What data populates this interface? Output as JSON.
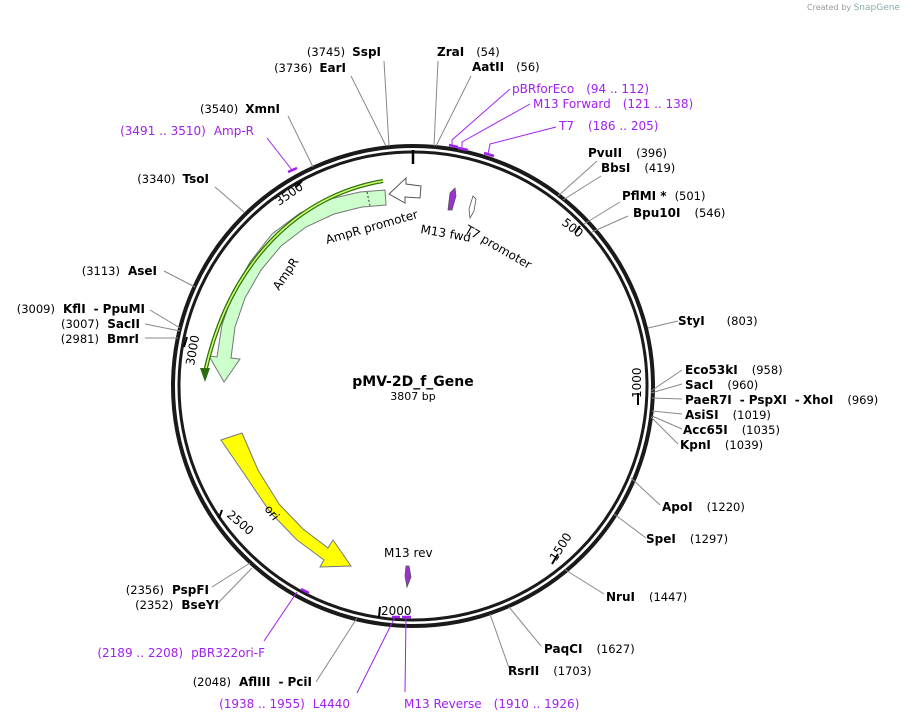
{
  "credit": {
    "prefix": "Created by",
    "brand": "SnapGene"
  },
  "plasmid": {
    "name": "pMV-2D_f_Gene",
    "size_label": "3807 bp",
    "length": 3807
  },
  "colors": {
    "primer": "#a020f0",
    "ampr": "#ccffcc",
    "ori": "#ffff00",
    "m13": "#9933cc",
    "backbone": "#000000"
  },
  "ticks": [
    {
      "pos": 500,
      "label": "500"
    },
    {
      "pos": 1000,
      "label": "1000"
    },
    {
      "pos": 1500,
      "label": "1500"
    },
    {
      "pos": 2000,
      "label": "2000"
    },
    {
      "pos": 2500,
      "label": "2500"
    },
    {
      "pos": 3000,
      "label": "3000"
    },
    {
      "pos": 3500,
      "label": "3500"
    }
  ],
  "sites": [
    {
      "pos": "(3745)",
      "name": "SspI"
    },
    {
      "pos": "(3736)",
      "name": "EarI"
    },
    {
      "name": "ZraI",
      "pos": "(54)"
    },
    {
      "name": "AatII",
      "pos": "(56)"
    },
    {
      "pos": "(3540)",
      "name": "XmnI"
    },
    {
      "name": "PvuII",
      "pos": "(396)"
    },
    {
      "name": "BbsI",
      "pos": "(419)"
    },
    {
      "pos": "(3340)",
      "name": "TsoI"
    },
    {
      "name": "PflMI *",
      "pos": "(501)"
    },
    {
      "name": "Bpu10I",
      "pos": "(546)"
    },
    {
      "pos": "(3113)",
      "name": "AseI"
    },
    {
      "name": "StyI",
      "pos": "(803)"
    },
    {
      "pos": "(3009)",
      "name": "KflI",
      "sep": "-",
      "name2": "PpuMI"
    },
    {
      "pos": "(3007)",
      "name": "SacII"
    },
    {
      "pos": "(2981)",
      "name": "BmrI"
    },
    {
      "name": "Eco53kI",
      "pos": "(958)"
    },
    {
      "name": "SacI",
      "pos": "(960)"
    },
    {
      "name": "PaeR7I",
      "sep": "-",
      "name2": "PspXI",
      "sep2": "-",
      "name3": "XhoI",
      "pos": "(969)"
    },
    {
      "name": "AsiSI",
      "pos": "(1019)"
    },
    {
      "name": "Acc65I",
      "pos": "(1035)"
    },
    {
      "name": "KpnI",
      "pos": "(1039)"
    },
    {
      "name": "ApoI",
      "pos": "(1220)"
    },
    {
      "name": "SpeI",
      "pos": "(1297)"
    },
    {
      "pos": "(2356)",
      "name": "PspFI"
    },
    {
      "pos": "(2352)",
      "name": "BseYI"
    },
    {
      "name": "NruI",
      "pos": "(1447)"
    },
    {
      "name": "PaqCI",
      "pos": "(1627)"
    },
    {
      "name": "RsrII",
      "pos": "(1703)"
    },
    {
      "pos": "(2048)",
      "name": "AflIII",
      "sep": "-",
      "name2": "PciI"
    }
  ],
  "primers": [
    {
      "name": "pBRforEco",
      "range": "(94 .. 112)"
    },
    {
      "name": "M13 Forward",
      "range": "(121 .. 138)"
    },
    {
      "name": "T7",
      "range": "(186 .. 205)"
    },
    {
      "range": "(3491 .. 3510)",
      "name": "Amp-R"
    },
    {
      "range": "(2189 .. 2208)",
      "name": "pBR322ori-F"
    },
    {
      "range": "(1938 .. 1955)",
      "name": "L4440"
    },
    {
      "name": "M13 Reverse",
      "range": "(1910 .. 1926)"
    }
  ],
  "features": [
    {
      "name": "AmpR promoter"
    },
    {
      "name": "AmpR"
    },
    {
      "name": "M13 fwd"
    },
    {
      "name": "T7 promoter"
    },
    {
      "name": "ori"
    },
    {
      "name": "M13 rev"
    }
  ]
}
